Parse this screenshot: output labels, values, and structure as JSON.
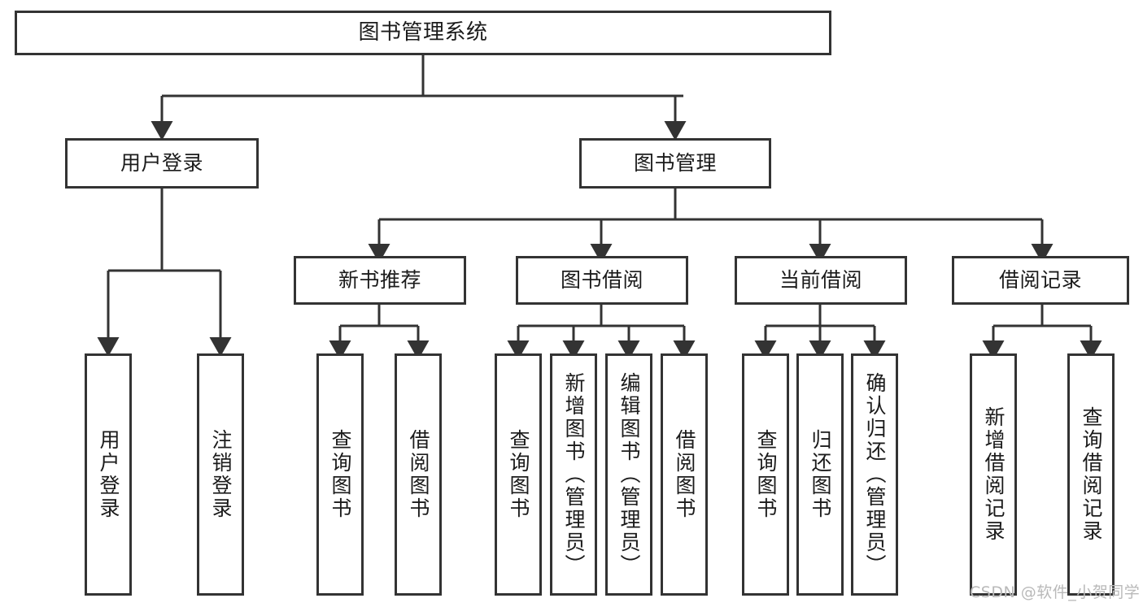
{
  "diagram": {
    "title": "图书管理系统",
    "type": "tree-hierarchy",
    "root": {
      "label": "图书管理系统"
    },
    "level1": [
      {
        "label": "用户登录"
      },
      {
        "label": "图书管理"
      }
    ],
    "level2": [
      {
        "label": "新书推荐"
      },
      {
        "label": "图书借阅"
      },
      {
        "label": "当前借阅"
      },
      {
        "label": "借阅记录"
      }
    ],
    "leaves": {
      "user_login": [
        {
          "label": "用户登录"
        },
        {
          "label": "注销登录"
        }
      ],
      "new_book_recommend": [
        {
          "label": "查询图书"
        },
        {
          "label": "借阅图书"
        }
      ],
      "book_borrow": [
        {
          "label": "查询图书"
        },
        {
          "label": "新增图书（管理员）"
        },
        {
          "label": "编辑图书（管理员）"
        },
        {
          "label": "借阅图书"
        }
      ],
      "current_borrow": [
        {
          "label": "查询图书"
        },
        {
          "label": "归还图书"
        },
        {
          "label": "确认归还（管理员）"
        }
      ],
      "borrow_record": [
        {
          "label": "新增借阅记录"
        },
        {
          "label": "查询借阅记录"
        }
      ]
    }
  },
  "watermark": {
    "text": "CSDN @软件_小贺同学"
  },
  "colors": {
    "stroke": "#333333",
    "text": "#1b1b1b",
    "background": "#ffffff",
    "watermark": "#b9b9b9"
  }
}
